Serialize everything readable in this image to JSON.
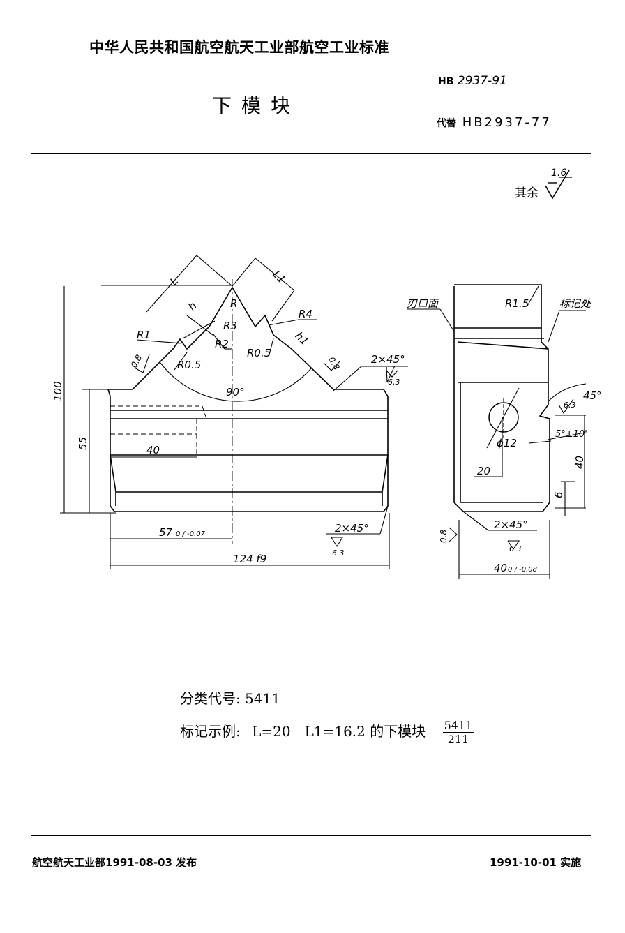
{
  "header": {
    "org_title": "中华人民共和国航空航天工业部航空工业标准",
    "std_prefix": "HB",
    "std_number": "2937-91",
    "doc_title": "下模块",
    "replace_prefix": "代替",
    "replaces": "HB2937-77"
  },
  "roughness_note": {
    "label": "其余",
    "value": "1.6"
  },
  "front_view": {
    "dim_L": "L",
    "dim_L1": "L1",
    "dim_h": "h",
    "dim_h1": "h1",
    "r": "R",
    "r1": "R1",
    "r2": "R2",
    "r3": "R3",
    "r4": "R4",
    "r05_left": "R0.5",
    "r05_right": "R0.5",
    "rough_left": "0.8",
    "rough_right": "0.8",
    "angle": "90°",
    "chamfer_top": "2×45°",
    "chamfer_top_rough": "6.3",
    "dim_100": "100",
    "dim_55": "55",
    "dim_40": "40",
    "dim_57": "57",
    "dim_57_tol": "0 / -0.07",
    "chamfer_bottom": "2×45°",
    "chamfer_bottom_rough": "6.3",
    "dim_124": "124 f9"
  },
  "side_view": {
    "edge_face": "刃口面",
    "mark_place": "标记处",
    "r15": "R1.5",
    "rough_45_value": "6.3",
    "angle_45": "45°",
    "angle_tol": "5°±10'",
    "phi12": "ϕ12",
    "dim_20": "20",
    "dim_40v": "40",
    "dim_6": "6",
    "rough_08": "0.8",
    "chamfer": "2×45°",
    "chamfer_rough": "6.3",
    "dim_40": "40",
    "dim_40_tol": "0 / -0.08"
  },
  "info": {
    "class_code": "分类代号: 5411",
    "mark_prefix": "标记示例:",
    "mark_example": "L=20　L1=16.2 的下模块",
    "mark_num": "5411",
    "mark_den": "211"
  },
  "footer": {
    "issued": "航空航天工业部1991-08-03 发布",
    "effective": "1991-10-01 实施"
  }
}
